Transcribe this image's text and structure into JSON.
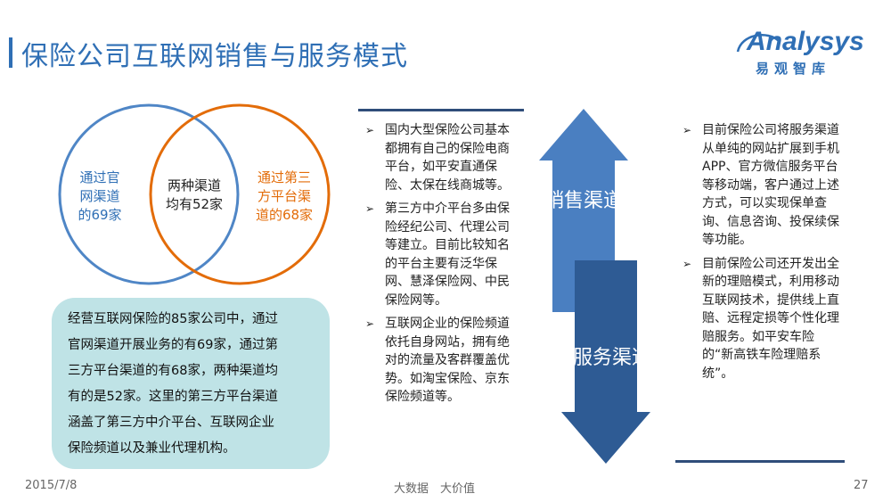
{
  "header": {
    "title": "保险公司互联网销售与服务模式",
    "logo_text": "Analysys",
    "logo_subtitle": "易观智库"
  },
  "venn": {
    "left_label": "通过官网渠道的69家",
    "left_lines": [
      "通过官",
      "网渠道",
      "的69家"
    ],
    "middle_lines": [
      "两种渠道",
      "均有52家"
    ],
    "right_lines": [
      "通过第三",
      "方平台渠",
      "道的68家"
    ],
    "left_color": "#4f86c6",
    "right_color": "#e36c09"
  },
  "summary": {
    "lines": [
      "经营互联网保险的85家公司中，通过",
      "官网渠道开展业务的有69家，通过第",
      "三方平台渠道的有68家，两种渠道均",
      "有的是52家。这里的第三方平台渠道",
      "涵盖了第三方中介平台、互联网企业",
      "保险频道以及兼业代理机构。"
    ]
  },
  "sales": {
    "arrow_label": "销售渠道",
    "bullets": [
      "国内大型保险公司基本都拥有自己的保险电商平台，如平安直通保险、太保在线商城等。",
      "第三方中介平台多由保险经纪公司、代理公司等建立。目前比较知名的平台主要有泛华保网、慧泽保险网、中民保险网等。",
      "互联网企业的保险频道依托自身网站，拥有绝对的流量及客群覆盖优势。如淘宝保险、京东保险频道等。"
    ]
  },
  "service": {
    "arrow_label": "服务渠道",
    "bullets": [
      "目前保险公司将服务渠道从单纯的网站扩展到手机APP、官方微信服务平台等移动端，客户通过上述方式，可以实现保单查询、信息咨询、投保续保等功能。",
      "目前保险公司还开发出全新的理赔模式，利用移动互联网技术，提供线上直赔、远程定损等个性化理赔服务。如平安车险的“新高铁车险理赔系统”。"
    ]
  },
  "footer": {
    "date": "2015/7/8",
    "center": "大数据　大价值",
    "page": "27"
  },
  "colors": {
    "accent": "#2f6fb5",
    "sales_arrow": "#4a7fc1",
    "service_arrow": "#2e5b94",
    "summary_bg": "#bfe3e6"
  }
}
